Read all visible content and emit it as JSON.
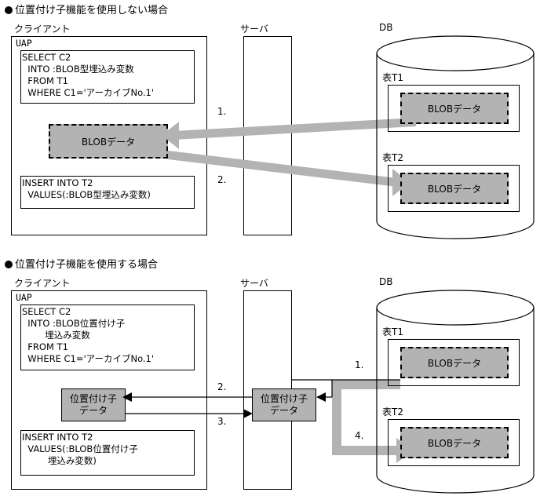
{
  "sections": [
    {
      "heading": "位置付け子機能を使用しない場合",
      "client_label": "クライアント",
      "server_label": "サーバ",
      "db_label": "DB",
      "uap_label": "UAP",
      "select_sql": "SELECT C2\n  INTO :BLOB型埋込み変数\n  FROM T1\n  WHERE C1='アーカイブNo.1'",
      "insert_sql": "INSERT INTO T2\n  VALUES(:BLOB型埋込み変数)",
      "client_data_box": "BLOBデータ",
      "table1_label": "表T1",
      "table2_label": "表T2",
      "table1_data": "BLOBデータ",
      "table2_data": "BLOBデータ",
      "step_labels": [
        "1.",
        "2."
      ]
    },
    {
      "heading": "位置付け子機能を使用する場合",
      "client_label": "クライアント",
      "server_label": "サーバ",
      "db_label": "DB",
      "uap_label": "UAP",
      "select_sql": "SELECT C2\n  INTO :BLOB位置付け子\n        埋込み変数\n  FROM T1\n  WHERE C1='アーカイブNo.1'",
      "insert_sql": "INSERT INTO T2\n  VALUES(:BLOB位置付け子\n         埋込み変数)",
      "client_locator_line1": "位置付け子",
      "client_locator_line2": "データ",
      "server_locator_line1": "位置付け子",
      "server_locator_line2": "データ",
      "table1_label": "表T1",
      "table2_label": "表T2",
      "table1_data": "BLOBデータ",
      "table2_data": "BLOBデータ",
      "step_labels": [
        "1.",
        "2.",
        "3.",
        "4."
      ]
    }
  ],
  "colors": {
    "arrow_gray": "#b3b3b3",
    "box_fill_gray": "#b3b3b3",
    "line_black": "#000000",
    "background": "#ffffff"
  }
}
